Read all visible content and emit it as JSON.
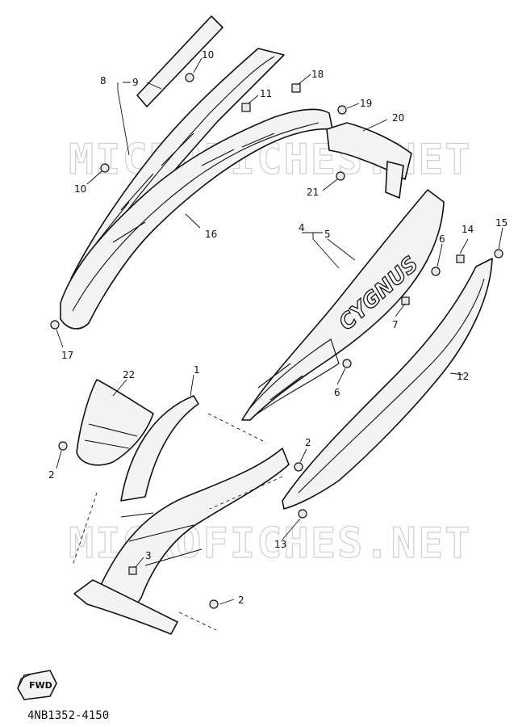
{
  "watermarks": [
    "MICROFICHES.NET",
    "MICROFICHES.NET"
  ],
  "brand_decal": "CYGNUS",
  "fwd_label": "FWD",
  "diagram_code": "4NB1352-4150",
  "callouts": {
    "c1": "1",
    "c2a": "2",
    "c2b": "2",
    "c2c": "2",
    "c3": "3",
    "c4": "4",
    "c5": "5",
    "c6a": "6",
    "c6b": "6",
    "c7": "7",
    "c8": "8",
    "c9": "9",
    "c10a": "10",
    "c10b": "10",
    "c11": "11",
    "c12": "12",
    "c13": "13",
    "c14": "14",
    "c15": "15",
    "c16": "16",
    "c17": "17",
    "c18": "18",
    "c19": "19",
    "c20": "20",
    "c21": "21",
    "c22": "22"
  }
}
